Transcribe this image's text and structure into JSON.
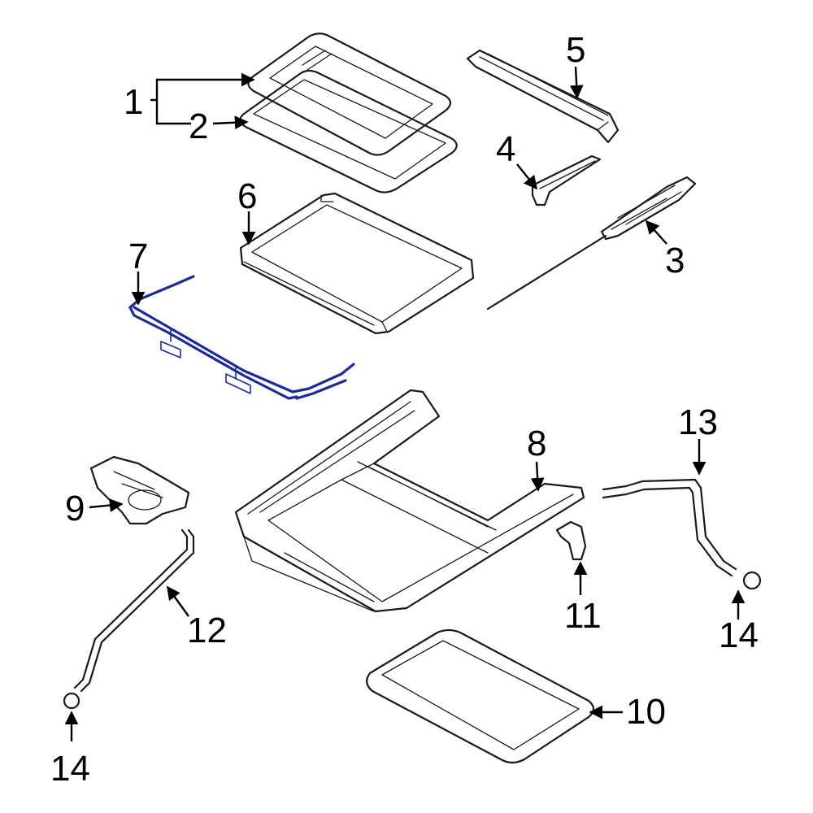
{
  "diagram": {
    "highlight_color": "#1c2a9a",
    "line_color": "#1a1a1a",
    "callouts": [
      {
        "id": "c1",
        "label": "1"
      },
      {
        "id": "c2",
        "label": "2"
      },
      {
        "id": "c3",
        "label": "3"
      },
      {
        "id": "c4",
        "label": "4"
      },
      {
        "id": "c5",
        "label": "5"
      },
      {
        "id": "c6",
        "label": "6"
      },
      {
        "id": "c7",
        "label": "7"
      },
      {
        "id": "c8",
        "label": "8"
      },
      {
        "id": "c9",
        "label": "9"
      },
      {
        "id": "c10",
        "label": "10"
      },
      {
        "id": "c11",
        "label": "11"
      },
      {
        "id": "c12",
        "label": "12"
      },
      {
        "id": "c13",
        "label": "13"
      },
      {
        "id": "c14a",
        "label": "14"
      },
      {
        "id": "c14b",
        "label": "14"
      }
    ]
  }
}
